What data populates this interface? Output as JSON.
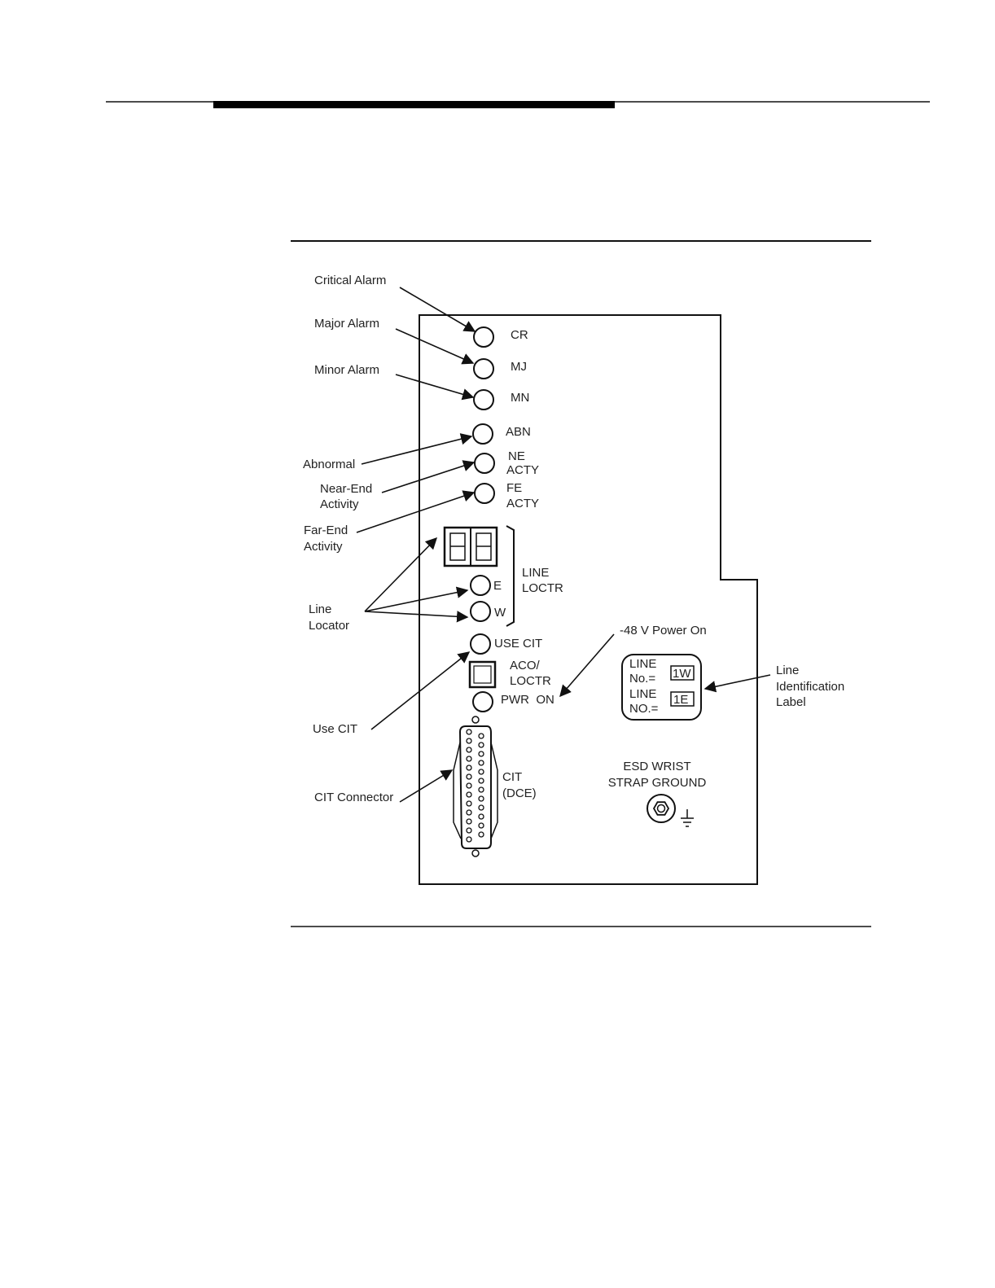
{
  "callouts": {
    "critical_alarm": "Critical Alarm",
    "major_alarm": "Major Alarm",
    "minor_alarm": "Minor Alarm",
    "abnormal": "Abnormal",
    "near_end_line1": "Near-End",
    "near_end_line2": "Activity",
    "far_end_line1": "Far-End",
    "far_end_line2": "Activity",
    "line_locator_line1": "Line",
    "line_locator_line2": "Locator",
    "use_cit": "Use CIT",
    "cit_connector": "CIT Connector",
    "power_on": "-48 V Power On",
    "line_id_line1": "Line",
    "line_id_line2": "Identification",
    "line_id_line3": "Label"
  },
  "panel": {
    "cr": "CR",
    "mj": "MJ",
    "mn": "MN",
    "abn": "ABN",
    "ne_line1": "NE",
    "ne_line2": "ACTY",
    "fe_line1": "FE",
    "fe_line2": "ACTY",
    "line_loctr_line1": "LINE",
    "line_loctr_line2": "LOCTR",
    "e": "E",
    "w": "W",
    "use_cit": "USE CIT",
    "aco_line1": "ACO/",
    "aco_line2": "LOCTR",
    "pwr_on": "PWR  ON",
    "cit_line1": "CIT",
    "cit_line2": "(DCE)",
    "esd_line1": "ESD WRIST",
    "esd_line2": "STRAP GROUND"
  },
  "id_label": {
    "row1_line1": "LINE",
    "row1_line2": "No.=",
    "row1_value": "1W",
    "row2_line1": "LINE",
    "row2_line2": "NO.=",
    "row2_value": "1E"
  }
}
